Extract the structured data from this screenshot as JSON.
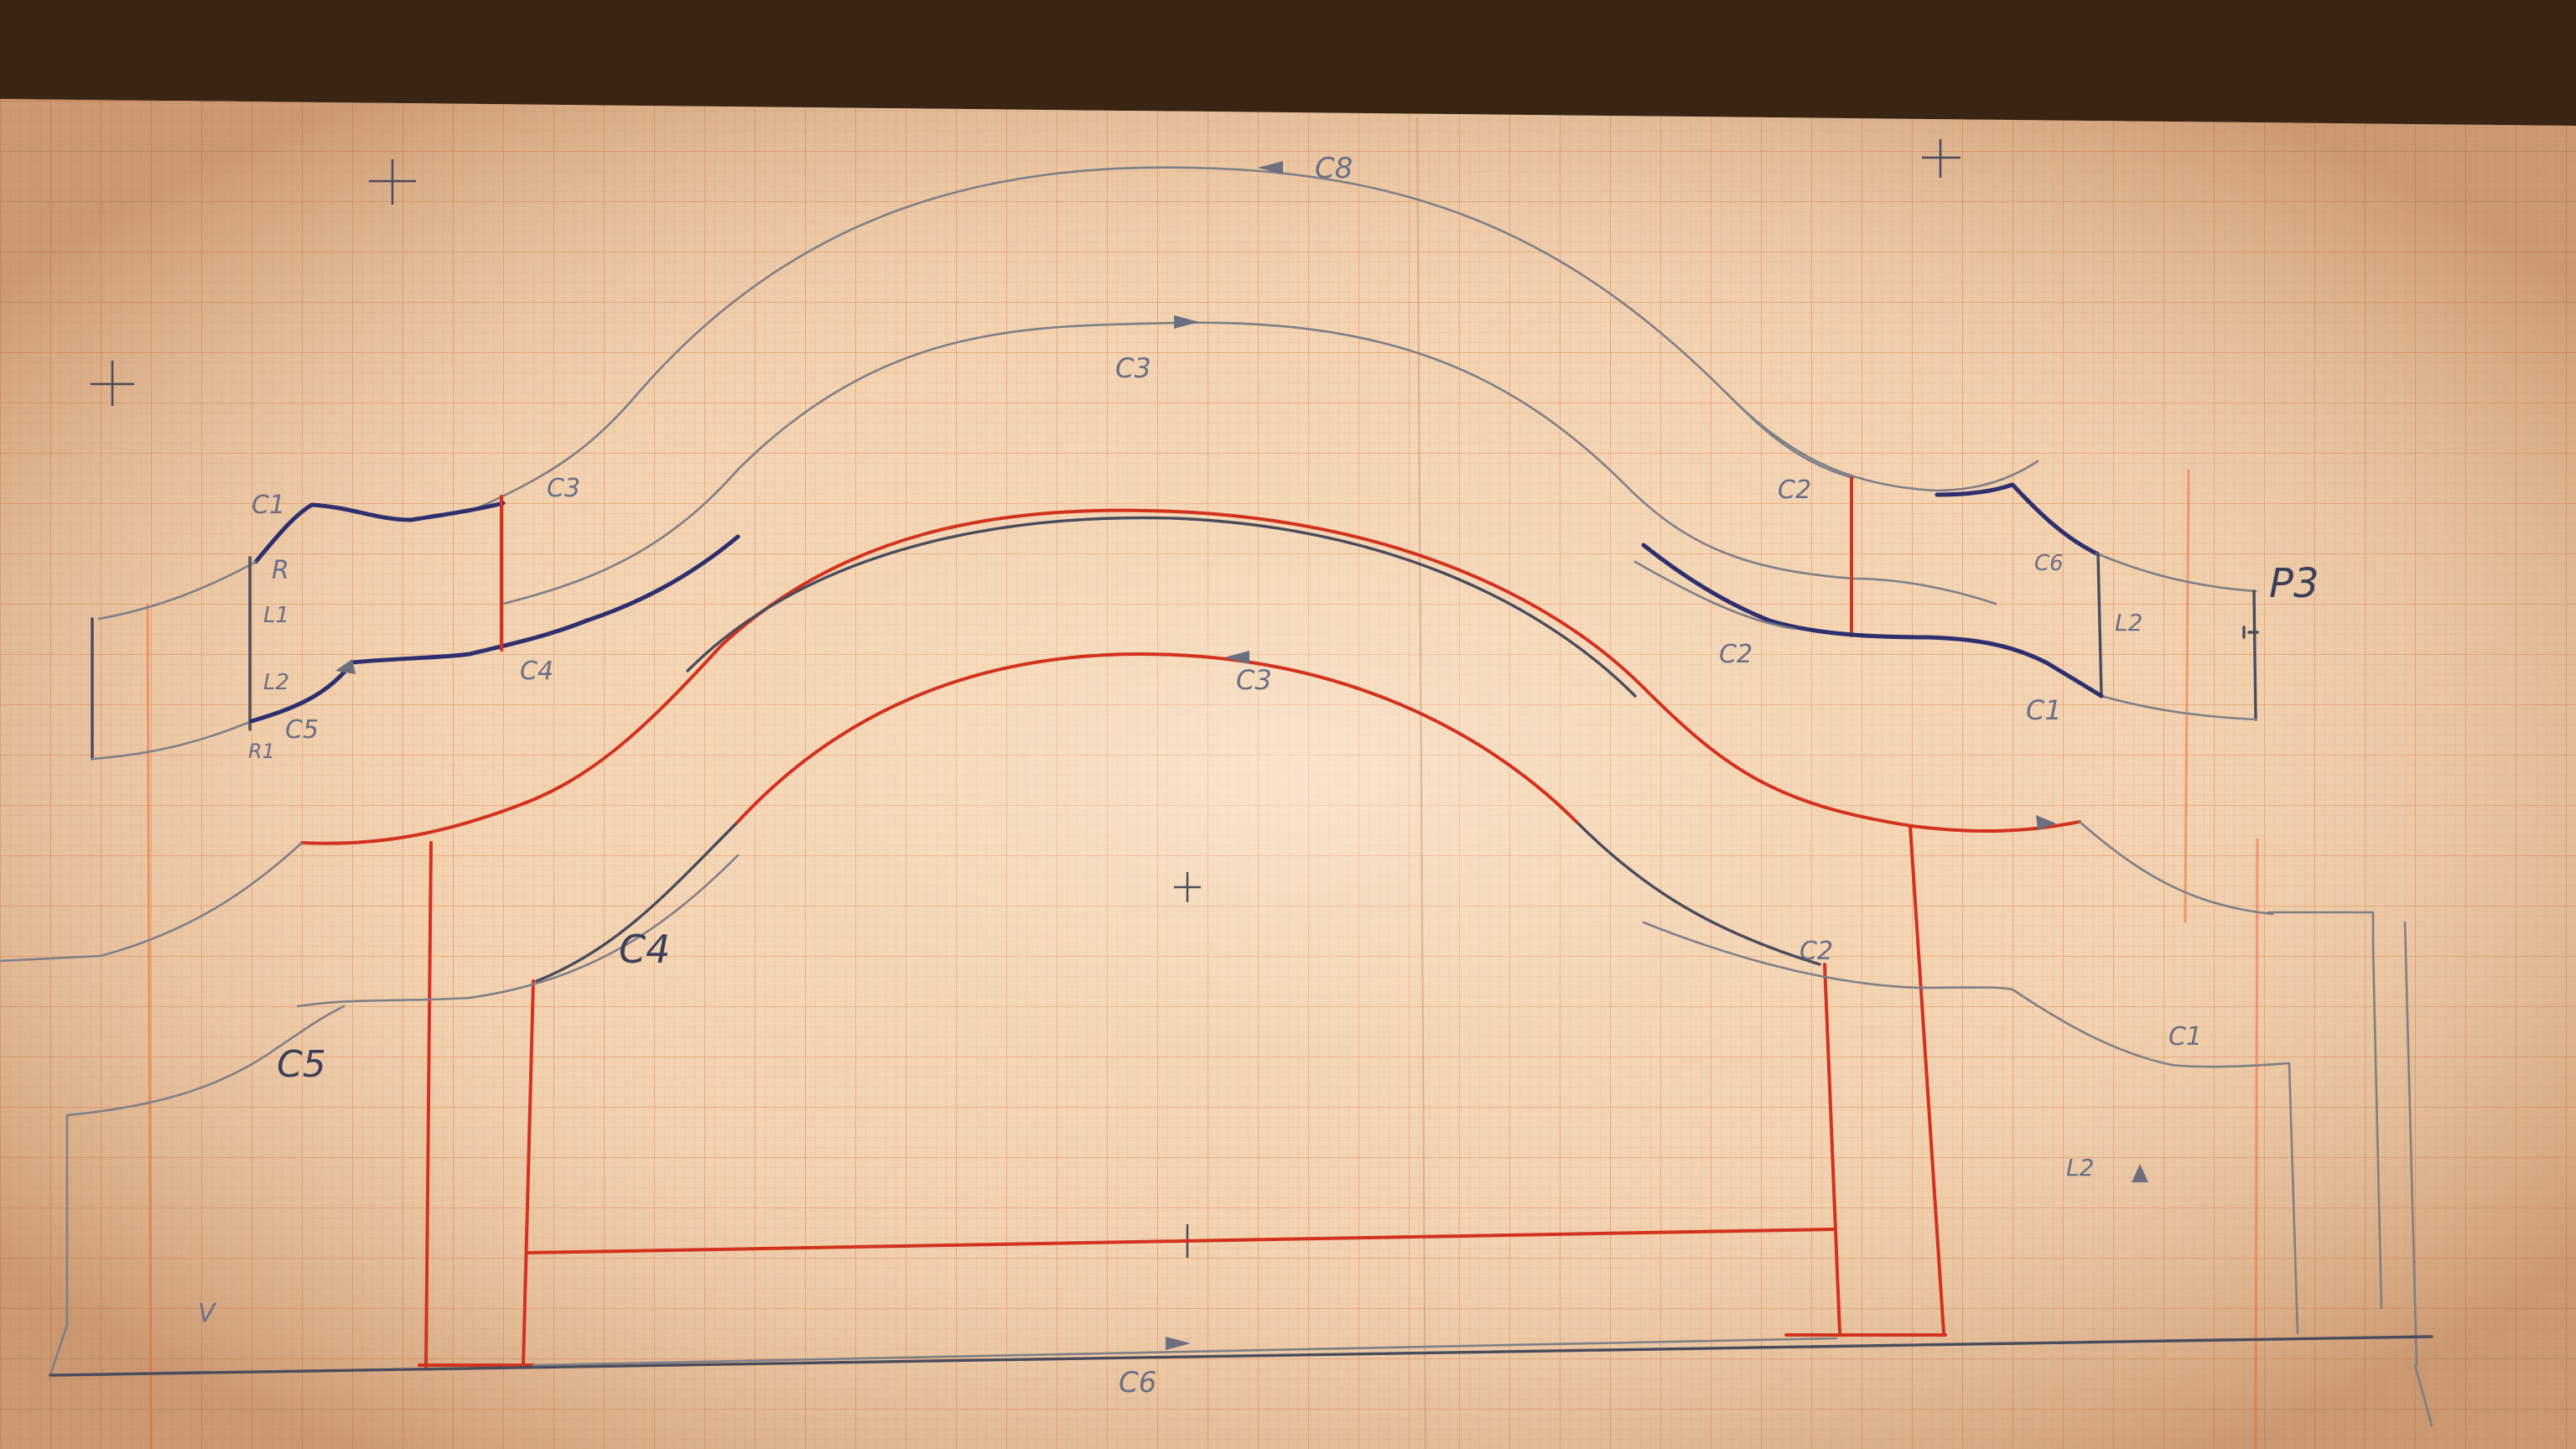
{
  "colors": {
    "paper": "#f2d2b0",
    "grid_minor": "#ecb894",
    "grid_major": "#e69c6e",
    "pencil": "#7f7f86",
    "ink": "#2e2f6e",
    "red": "#d2321e",
    "table": "#3a2414"
  },
  "labels": {
    "c8": "C8",
    "c3_outer": "C3",
    "c3_inner": "C3",
    "c4_top_left": "C4",
    "c5_top_left": "C5",
    "r1_top_left": "R1",
    "l1_top_left": "L1",
    "l2_top_left": "L2",
    "r_top_left": "R",
    "c1_top_left": "C1",
    "c3_side": "C3",
    "c2_top_right": "C2",
    "c2_mid_right": "C2",
    "c6_top_right": "C6",
    "l2_top_right": "L2",
    "c1_top_right": "C1",
    "p3": "P3",
    "c4_low": "C4",
    "c5_low": "C5",
    "c2_low_right": "C2",
    "c1_low_right": "C1",
    "l2_low_right": "L2",
    "v_low_left": "V",
    "c6_bottom": "C6"
  }
}
